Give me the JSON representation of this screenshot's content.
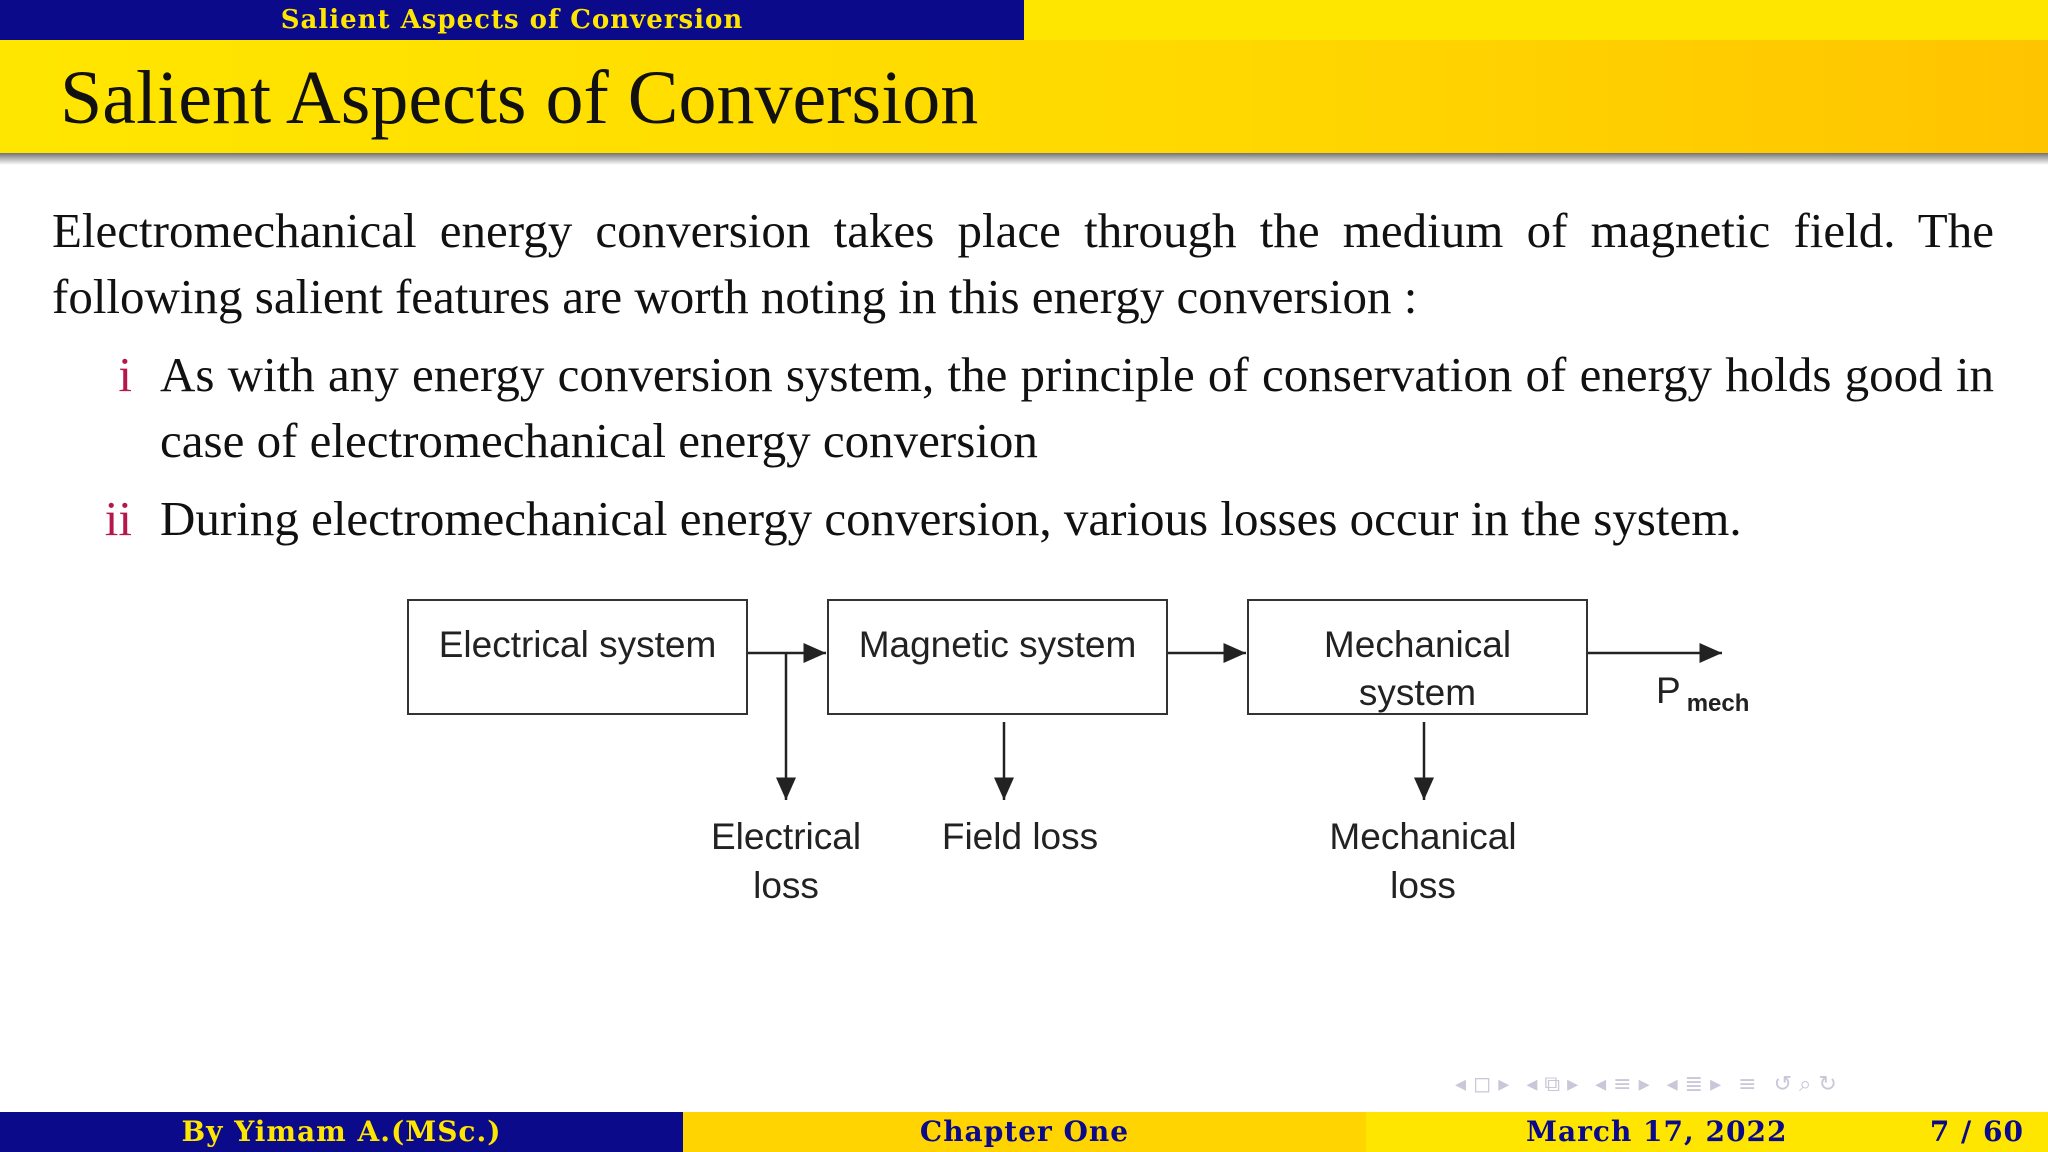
{
  "header": {
    "section": "Salient Aspects of Conversion",
    "title": "Salient Aspects of Conversion"
  },
  "body": {
    "intro": "Electromechanical energy conversion takes place through the medium of magnetic field. The following salient features are worth noting in this energy conversion :",
    "items": [
      {
        "num": "i",
        "text": "As with any energy conversion system, the principle of conservation of energy holds good in case of electromechanical energy conversion"
      },
      {
        "num": "ii",
        "text": "During electromechanical energy conversion, various losses occur in the system."
      }
    ]
  },
  "diagram": {
    "boxes": [
      "Electrical system",
      "Magnetic system",
      "Mechanical system"
    ],
    "mech_box_line1": "Mechanical",
    "mech_box_line2": "system",
    "output_label": "P",
    "output_sub": "mech",
    "losses": {
      "electrical_1": "Electrical",
      "electrical_2": "loss",
      "field": "Field loss",
      "mechanical_1": "Mechanical",
      "mechanical_2": "loss"
    }
  },
  "footer": {
    "author": "By Yimam A.(MSc.)",
    "chapter": "Chapter One",
    "date": "March 17, 2022",
    "page": "7 / 60"
  },
  "nav_icons": [
    "nav-prev-icon",
    "frame-icon",
    "nav-next-icon",
    "subsection-icon",
    "section-icon",
    "document-icon",
    "search-icon",
    "back-icon"
  ]
}
